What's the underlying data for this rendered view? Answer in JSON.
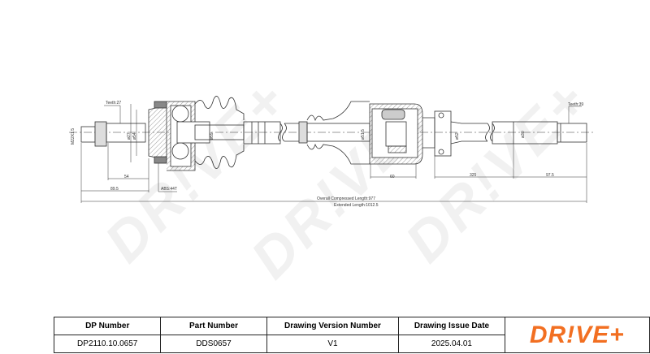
{
  "watermark": "DR!VE+",
  "drawing": {
    "teeth_left": "Teeth:27",
    "teeth_right": "Teeth:39",
    "thread": "M22X1.5",
    "dia_27": "ø27",
    "dia_54": "ø54",
    "dia_59": "ø59",
    "dia_51_5": "ø51.5",
    "dia_52": "ø52",
    "dia_30": "ø30",
    "dim_54": "54",
    "dim_89_5": "89.5",
    "abs": "ABS:44T",
    "dim_60": "60",
    "dim_325": "325",
    "dim_97_5": "97.5",
    "overall": "Overall  Compressed  Length:977",
    "extended": "Extended  Length:1012.5"
  },
  "table": {
    "headers": [
      "DP Number",
      "Part Number",
      "Drawing Version Number",
      "Drawing Issue Date"
    ],
    "values": [
      "DP2110.10.0657",
      "DDS0657",
      "V1",
      "2025.04.01"
    ],
    "logo": "DR!VE+"
  },
  "colors": {
    "brand": "#f26f21"
  }
}
